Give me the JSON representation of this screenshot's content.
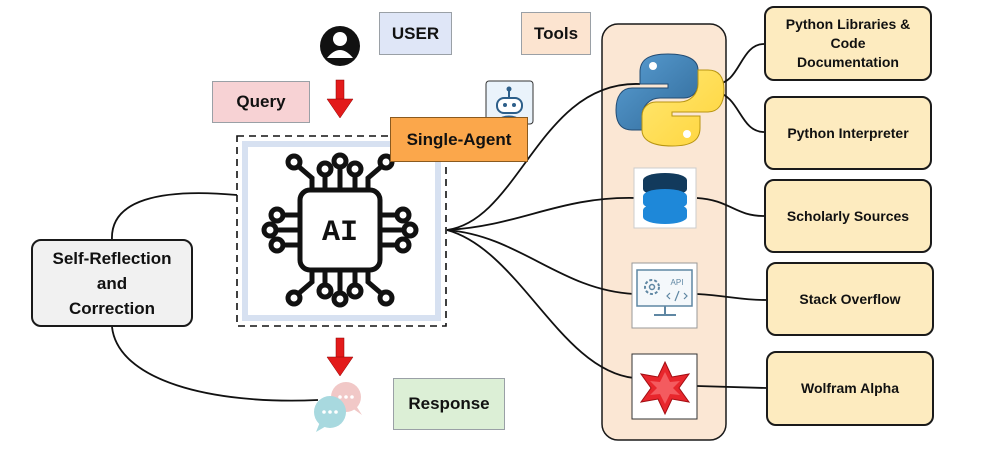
{
  "user_label": "USER",
  "tools_label": "Tools",
  "query_label": "Query",
  "agent_label": "Single-Agent",
  "chip_text": "AI",
  "response_label": "Response",
  "self_reflection_label": [
    "Self-Reflection",
    "and",
    "Correction"
  ],
  "tool_items": [
    {
      "lines": [
        "Python Libraries &",
        "Code",
        "Documentation"
      ],
      "icon": "python-logo-icon"
    },
    {
      "lines": [
        "Python Interpreter"
      ],
      "icon": "python-logo-icon"
    },
    {
      "lines": [
        "Scholarly Sources"
      ],
      "icon": "database-icon"
    },
    {
      "lines": [
        "Stack Overflow"
      ],
      "icon": "api-monitor-icon"
    },
    {
      "lines": [
        "Wolfram Alpha"
      ],
      "icon": "wolfram-alpha-icon"
    }
  ],
  "api_icon_text": "API",
  "colors": {
    "user_bg": "#dfe6f7",
    "tools_bg": "#fce4d0",
    "query_bg": "#f7d2d4",
    "agent_bg": "#fba74b",
    "response_bg": "#dcefd6",
    "tool_box_bg": "#fdebbf",
    "tool_panel_bg": "#fbe7d4",
    "self_reflection_bg": "#f1f1f1",
    "arrow": "#e31b1b"
  }
}
